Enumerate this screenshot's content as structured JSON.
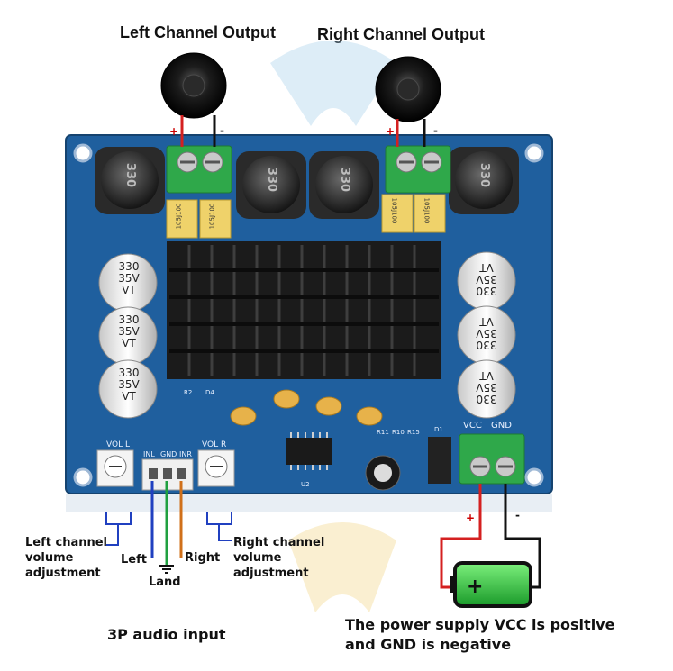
{
  "titles": {
    "left_output": "Left Channel Output",
    "right_output": "Right Channel Output"
  },
  "speaker_polarity": {
    "positive": "+",
    "negative": "-"
  },
  "board": {
    "inductor_marking": "330",
    "film_cap_marking": "105J100",
    "electrolytic_marking": [
      "330",
      "35V",
      "VT"
    ],
    "silkscreen": {
      "vol_l": "VOL L",
      "vol_r": "VOL R",
      "inl": "INL",
      "gnd": "GND",
      "inr": "INR",
      "vcc": "VCC",
      "gnd_power": "GND",
      "r2": "R2",
      "d4": "D4",
      "d1": "D1",
      "r11": "R11",
      "r10": "R10",
      "r15": "R15",
      "u2": "U2"
    }
  },
  "annotations": {
    "left_volume": "Left channel\nvolume\nadjustment",
    "right_volume": "Right channel\nvolume\nadjustment",
    "left": "Left",
    "right": "Right",
    "land": "Land",
    "audio_input": "3P audio input",
    "power_note_line1": "The power supply VCC is positive",
    "power_note_line2": "and GND is negative"
  },
  "colors": {
    "pcb": "#1f5f9e",
    "terminal": "#2fa84a",
    "heatsink": "#1b1b1b",
    "film_cap": "#efd26a",
    "wire_red": "#d42020",
    "wire_black": "#111111",
    "wire_blue": "#2040c0",
    "wire_green": "#20a040",
    "wire_orange": "#d0701a",
    "battery": "#3cd040"
  }
}
